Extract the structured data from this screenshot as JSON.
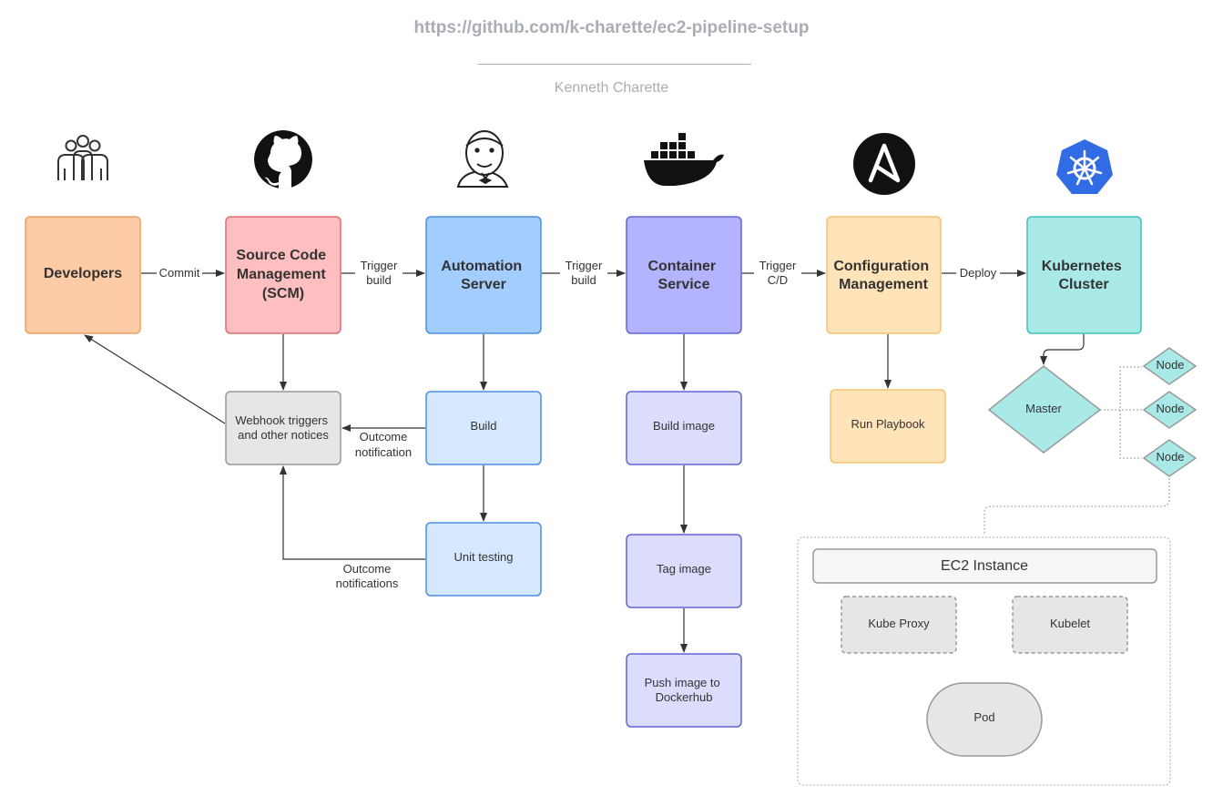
{
  "header": {
    "url": "https://github.com/k-charette/ec2-pipeline-setup",
    "author": "Kenneth Charette"
  },
  "stages": {
    "developers": "Developers",
    "scm": [
      "Source Code",
      "Management",
      "(SCM)"
    ],
    "automation": [
      "Automation",
      "Server"
    ],
    "container": [
      "Container",
      "Service"
    ],
    "config": [
      "Configuration",
      "Management"
    ],
    "kubernetes": [
      "Kubernetes",
      "Cluster"
    ]
  },
  "steps": {
    "webhook": [
      "Webhook triggers",
      "and other notices"
    ],
    "build": "Build",
    "unit_testing": "Unit testing",
    "build_image": "Build image",
    "tag_image": "Tag image",
    "push_image": [
      "Push image to",
      "Dockerhub"
    ],
    "run_playbook": "Run Playbook"
  },
  "edges": {
    "commit": "Commit",
    "trigger_build_1": [
      "Trigger",
      "build"
    ],
    "trigger_build_2": [
      "Trigger",
      "build"
    ],
    "trigger_cd": [
      "Trigger",
      "C/D"
    ],
    "deploy": "Deploy",
    "outcome_notification": [
      "Outcome",
      "notification"
    ],
    "outcome_notifications": [
      "Outcome",
      "notifications"
    ]
  },
  "cluster": {
    "master": "Master",
    "nodes": [
      "Node",
      "Node",
      "Node"
    ]
  },
  "ec2": {
    "title": "EC2 Instance",
    "kube_proxy": "Kube Proxy",
    "kubelet": "Kubelet",
    "pod": "Pod"
  },
  "icons": [
    "team-icon",
    "github-icon",
    "jenkins-icon",
    "docker-icon",
    "ansible-icon",
    "kubernetes-icon"
  ],
  "colors": {
    "developers": "#fdcca7",
    "scm": "#ffbfc1",
    "automation": "#a3ccff",
    "container": "#b3b3ff",
    "config": "#ffe3b9",
    "kubernetes": "#a9eae8",
    "step_gray": "#e6e6e6",
    "step_blue": "#d6e8ff",
    "step_purple": "#dcdcfd",
    "cluster_teal": "#a9eae8"
  }
}
